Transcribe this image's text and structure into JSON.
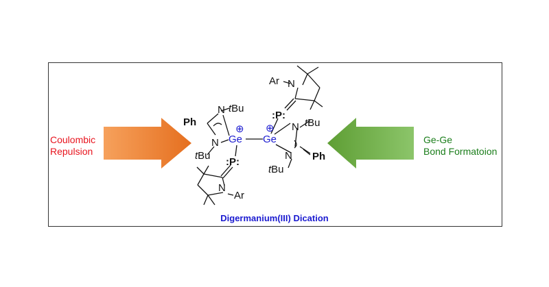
{
  "left_label": {
    "line1": "Coulombic",
    "line2": "Repulsion",
    "color": "#e8141e"
  },
  "right_label": {
    "line1": "Ge-Ge",
    "line2": "Bond Formatoion",
    "color": "#1a7d1a"
  },
  "caption": {
    "text": "Digermanium(III) Dication",
    "color": "#1a1ad0"
  },
  "arrows": {
    "left_color": "#f07d2b",
    "right_color": "#6aaa3a"
  },
  "molecule": {
    "ge_left": "Ge",
    "ge_right": "Ge",
    "ge_color": "#1a1ad0",
    "charge": "⊕",
    "ph_left": "Ph",
    "ph_right": "Ph",
    "n": "N",
    "t": "t",
    "bu": "Bu",
    "p": ":P:",
    "ar": "Ar"
  }
}
